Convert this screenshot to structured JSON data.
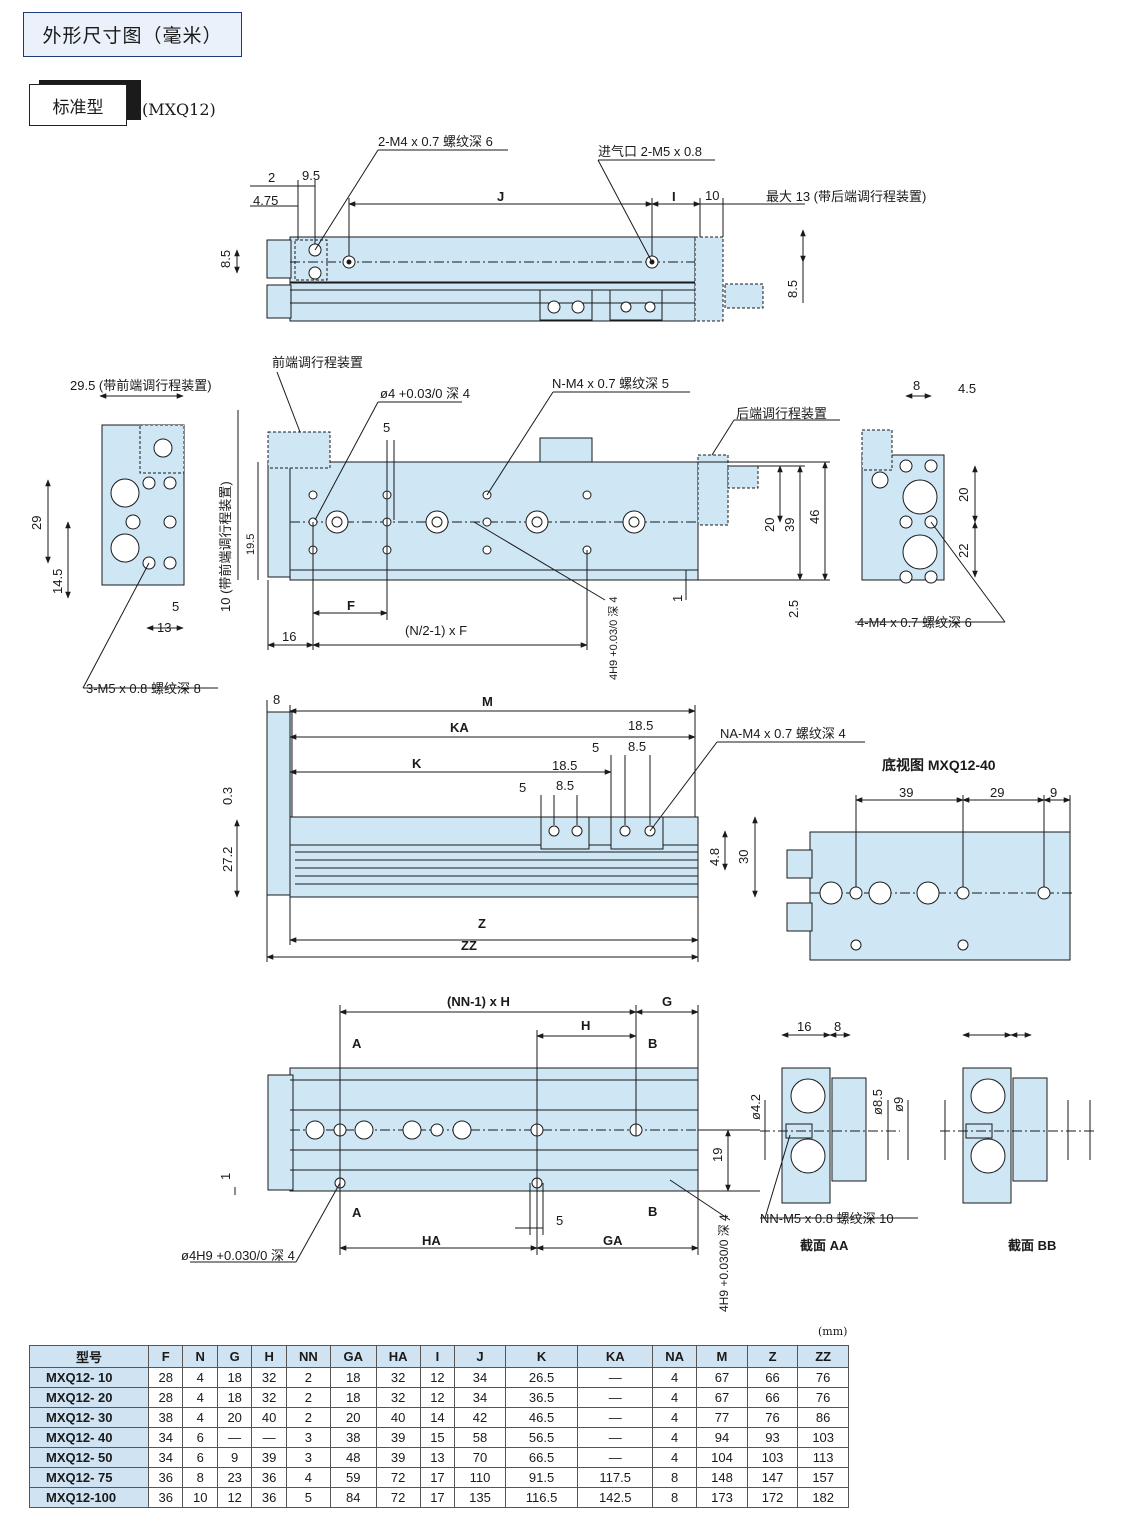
{
  "header": {
    "title": "外形尺寸图（毫米）"
  },
  "section": {
    "type_label": "标准型",
    "model": "(MXQ12)"
  },
  "top_view": {
    "callout_thread": "2-M4 x 0.7 螺纹深 6",
    "callout_port": "进气口 2-M5 x 0.8",
    "callout_max": "最大 13 (带后端调行程装置)",
    "dims": [
      "2",
      "9.5",
      "4.75",
      "J",
      "I",
      "10",
      "8.5",
      "8.5"
    ]
  },
  "side_view": {
    "front_adjust_label": "前端调行程装置",
    "front_adjust_dim": "29.5 (带前端调行程装置)",
    "pin_hole": "ø4 +0.03/0 深 4",
    "n_thread": "N-M4 x 0.7 螺纹深 5",
    "rear_adjust_label": "后端调行程装置",
    "vertical_note": "10 (带前端调行程装置)",
    "dims": [
      "29",
      "14.5",
      "5",
      "13",
      "5",
      "F",
      "16",
      "19.5",
      "20",
      "39",
      "46",
      "1",
      "2.5"
    ],
    "formula": "(N/2-1) x F",
    "pin_depth": "4H9 +0.03/0 深 4",
    "thread_3m5": "3-M5 x 0.8  螺纹深 8",
    "thread_4m4": "4-M4 x 0.7 螺纹深 6",
    "right_dims": [
      "8",
      "4.5",
      "20",
      "22"
    ]
  },
  "front_view": {
    "dims": [
      "8",
      "M",
      "KA",
      "18.5",
      "5",
      "8.5",
      "K",
      "18.5",
      "5",
      "8.5",
      "0.3",
      "27.2",
      "4.8",
      "30",
      "Z",
      "ZZ"
    ],
    "na_thread": "NA-M4 x 0.7 螺纹深 4"
  },
  "bottom_view": {
    "title": "底视图 MXQ12-40",
    "dims": [
      "39",
      "29",
      "9"
    ]
  },
  "section_view": {
    "dims": [
      "(NN-1) x H",
      "G",
      "H",
      "A",
      "B",
      "A",
      "B",
      "1",
      "19",
      "5",
      "HA",
      "GA"
    ],
    "pin_hole": "ø4H9 +0.030/0 深 4",
    "pin_depth": "4H9 +0.030/0 深 4"
  },
  "cross_sections": {
    "aa_label": "截面 AA",
    "bb_label": "截面 BB",
    "dims": [
      "16",
      "8",
      "ø4.2",
      "ø8.5",
      "ø9"
    ],
    "nn_thread": "NN-M5 x 0.8 螺纹深  10"
  },
  "table": {
    "unit": "(mm)",
    "headers": [
      "型号",
      "F",
      "N",
      "G",
      "H",
      "NN",
      "GA",
      "HA",
      "I",
      "J",
      "K",
      "KA",
      "NA",
      "M",
      "Z",
      "ZZ"
    ],
    "rows": [
      [
        "MXQ12- 10",
        "28",
        "4",
        "18",
        "32",
        "2",
        "18",
        "32",
        "12",
        "34",
        "26.5",
        "—",
        "4",
        "67",
        "66",
        "76"
      ],
      [
        "MXQ12- 20",
        "28",
        "4",
        "18",
        "32",
        "2",
        "18",
        "32",
        "12",
        "34",
        "36.5",
        "—",
        "4",
        "67",
        "66",
        "76"
      ],
      [
        "MXQ12- 30",
        "38",
        "4",
        "20",
        "40",
        "2",
        "20",
        "40",
        "14",
        "42",
        "46.5",
        "—",
        "4",
        "77",
        "76",
        "86"
      ],
      [
        "MXQ12- 40",
        "34",
        "6",
        "—",
        "—",
        "3",
        "38",
        "39",
        "15",
        "58",
        "56.5",
        "—",
        "4",
        "94",
        "93",
        "103"
      ],
      [
        "MXQ12- 50",
        "34",
        "6",
        "9",
        "39",
        "3",
        "48",
        "39",
        "13",
        "70",
        "66.5",
        "—",
        "4",
        "104",
        "103",
        "113"
      ],
      [
        "MXQ12- 75",
        "36",
        "8",
        "23",
        "36",
        "4",
        "59",
        "72",
        "17",
        "110",
        "91.5",
        "117.5",
        "8",
        "148",
        "147",
        "157"
      ],
      [
        "MXQ12-100",
        "36",
        "10",
        "12",
        "36",
        "5",
        "84",
        "72",
        "17",
        "135",
        "116.5",
        "142.5",
        "8",
        "173",
        "172",
        "182"
      ]
    ]
  },
  "colors": {
    "part_fill": "#cfe6f5",
    "line": "#1a1a1a",
    "header_fill": "#cfe3f3"
  }
}
